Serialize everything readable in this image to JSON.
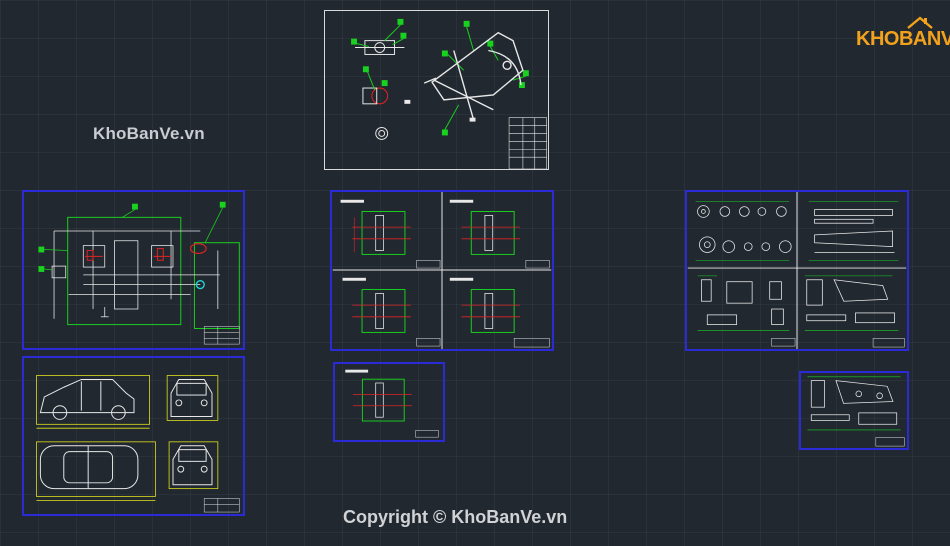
{
  "watermark_text": "KhoBanVe.vn",
  "copyright_text": "Copyright © KhoBanVe.vn",
  "logo": {
    "part1": "KHO",
    "part2": "BANVE",
    "icon": "house-roof-icon"
  },
  "colors": {
    "background": "#212830",
    "sheet_border_white": "#d8d8d8",
    "sheet_border_blue": "#2a2ad6",
    "cad_green": "#19d11f",
    "cad_red": "#e02424",
    "cad_yellow": "#e4e41c",
    "cad_white": "#e8e8e8",
    "cad_cyan": "#1fd6d6",
    "logo_orange": "#f3a21b"
  }
}
